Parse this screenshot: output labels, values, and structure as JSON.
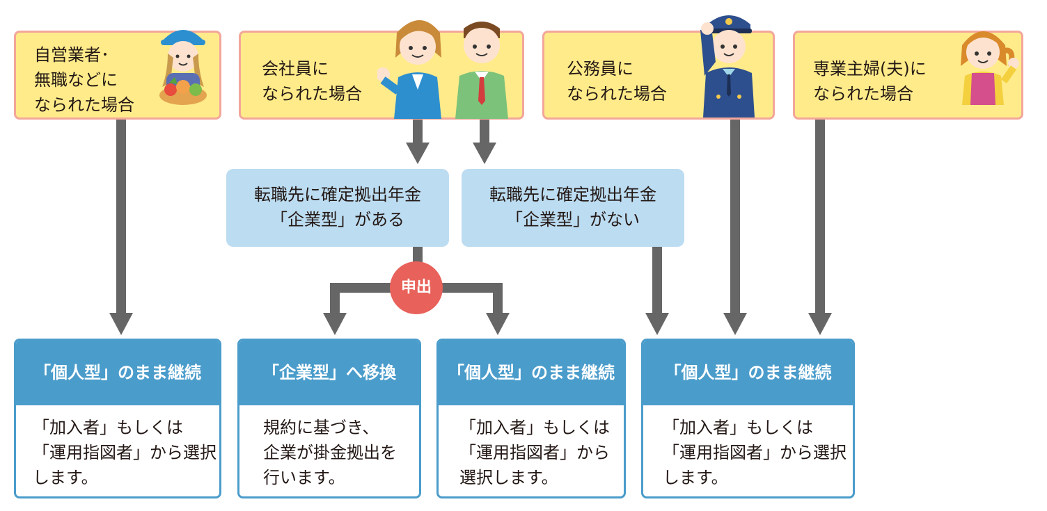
{
  "start": {
    "self_employed": "自営業者･\n無職などに\nなられた場合",
    "company_employee": "会社員に\nなられた場合",
    "civil_servant": "公務員に\nなられた場合",
    "homemaker": "専業主婦(夫)に\nなられた場合"
  },
  "conditions": {
    "with_corporate": "転職先に確定拠出年金\n「企業型」がある",
    "without_corporate": "転職先に確定拠出年金\n「企業型」がない"
  },
  "badge": "申出",
  "results": [
    {
      "title": "「個人型」のまま継続",
      "body": "「加入者」もしくは\n「運用指図者」から選択\nします。"
    },
    {
      "title": "「企業型」へ移換",
      "body": "規約に基づき、\n企業が掛金拠出を\n行います。"
    },
    {
      "title": "「個人型」のまま継続",
      "body": "「加入者」もしくは\n「運用指図者」から\n選択します。"
    },
    {
      "title": "「個人型」のまま継続",
      "body": "「加入者」もしくは\n「運用指図者」から選択\nします。"
    }
  ],
  "colors": {
    "start_fill": "#ffeb8a",
    "start_border": "#f3a69a",
    "condition_fill": "#bcdcf1",
    "result_header": "#4a9ccb",
    "arrow": "#666666",
    "badge": "#e8615a"
  }
}
